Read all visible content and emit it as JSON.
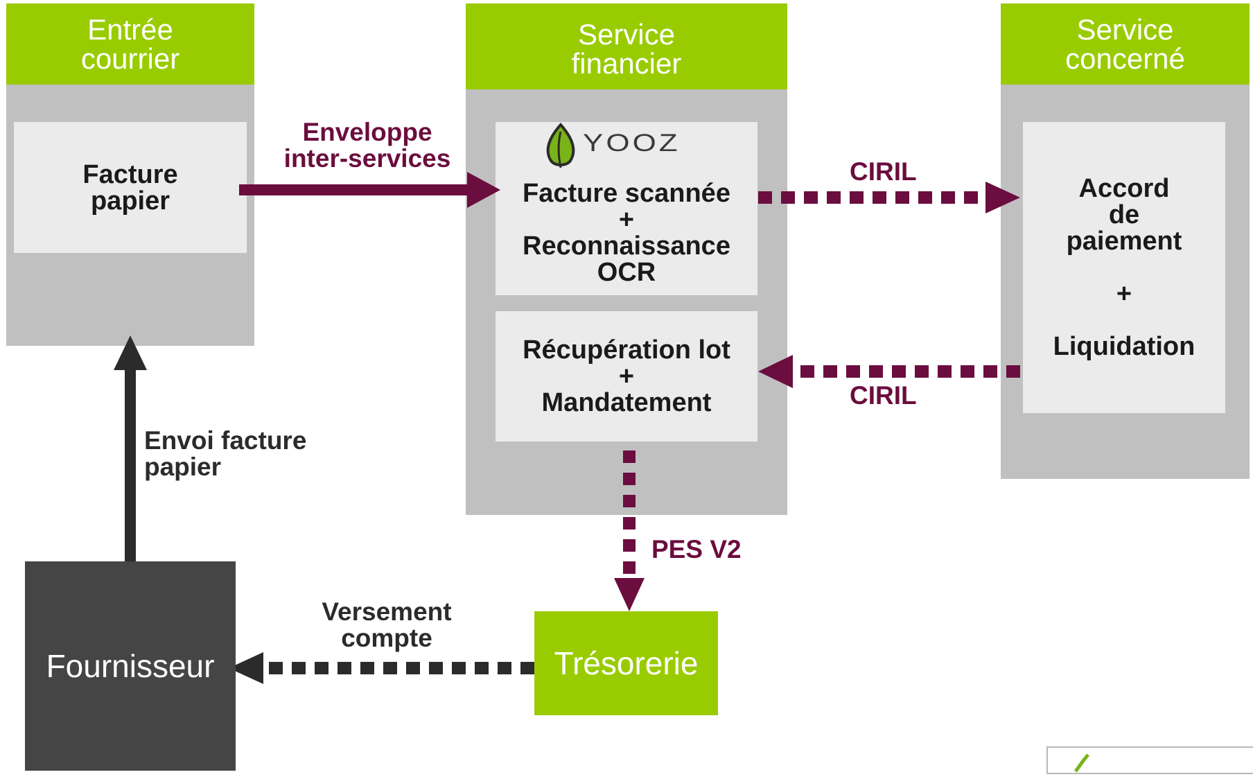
{
  "lanes": {
    "entree": {
      "title": "Entrée\ncourrier",
      "card": "Facture\npapier"
    },
    "financier": {
      "title": "Service\nfinancier",
      "card_top": "Facture scannée\n+\nReconnaissance\nOCR",
      "card_bottom": "Récupération lot\n+\nMandatement"
    },
    "concerne": {
      "title": "Service\nconcerné",
      "card": "Accord\nde\npaiement\n\n+\n\nLiquidation"
    }
  },
  "logo": {
    "text": "YOOZ",
    "icon": "leaf-icon"
  },
  "arrows": {
    "enveloppe": "Enveloppe\ninter-services",
    "ciril_out": "CIRIL",
    "ciril_back": "CIRIL",
    "pes": "PES V2",
    "versement": "Versement\ncompte",
    "envoi": "Envoi facture\npapier"
  },
  "nodes": {
    "fournisseur": "Fournisseur",
    "tresorerie": "Trésorerie"
  },
  "colors": {
    "green": "#99cc00",
    "gray_lane": "#c0c0c0",
    "card": "#ebebeb",
    "maroon": "#6b0d3e",
    "dark": "#454545"
  }
}
